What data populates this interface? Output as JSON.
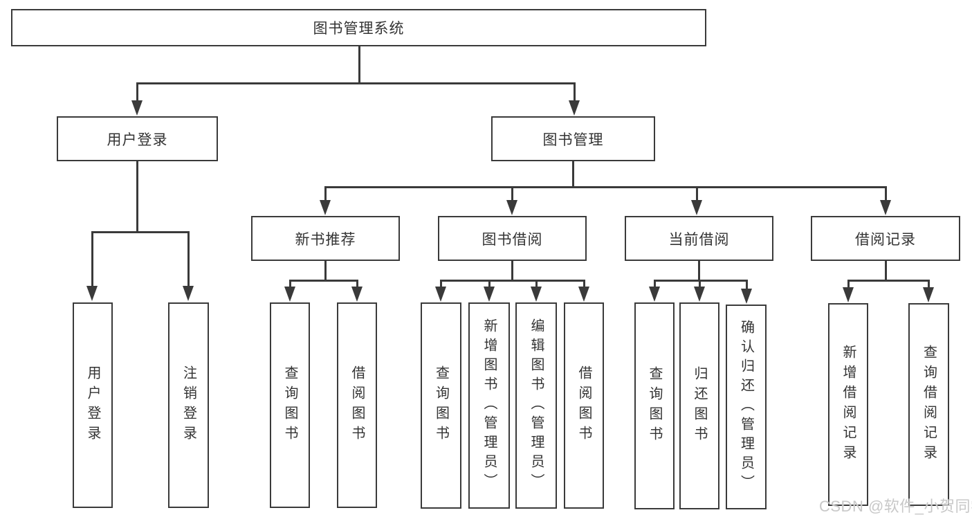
{
  "diagram": {
    "title": "图书管理系统",
    "nodes": {
      "root": {
        "label": "图书管理系统"
      },
      "user_login": {
        "label": "用户登录"
      },
      "book_mgmt": {
        "label": "图书管理"
      },
      "login": {
        "label": "用户登录"
      },
      "logout": {
        "label": "注销登录"
      },
      "new_book_rec": {
        "label": "新书推荐"
      },
      "book_borrow": {
        "label": "图书借阅"
      },
      "current_borrow": {
        "label": "当前借阅"
      },
      "borrow_records": {
        "label": "借阅记录"
      },
      "nbr_query_books": {
        "label": "查询图书"
      },
      "nbr_borrow_books": {
        "label": "借阅图书"
      },
      "bb_query_books": {
        "label": "查询图书"
      },
      "bb_add_books": {
        "label": "新增图书（管理员）"
      },
      "bb_edit_books": {
        "label": "编辑图书（管理员）"
      },
      "bb_borrow_books": {
        "label": "借阅图书"
      },
      "cb_query_books": {
        "label": "查询图书"
      },
      "cb_return_books": {
        "label": "归还图书"
      },
      "cb_confirm_return": {
        "label": "确认归还（管理员）"
      },
      "br_add_record": {
        "label": "新增借阅记录"
      },
      "br_query_record": {
        "label": "查询借阅记录"
      }
    },
    "edges": [
      {
        "from": "root",
        "to": [
          "user_login",
          "book_mgmt"
        ]
      },
      {
        "from": "user_login",
        "to": [
          "login",
          "logout"
        ]
      },
      {
        "from": "book_mgmt",
        "to": [
          "new_book_rec",
          "book_borrow",
          "current_borrow",
          "borrow_records"
        ]
      },
      {
        "from": "new_book_rec",
        "to": [
          "nbr_query_books",
          "nbr_borrow_books"
        ]
      },
      {
        "from": "book_borrow",
        "to": [
          "bb_query_books",
          "bb_add_books",
          "bb_edit_books",
          "bb_borrow_books"
        ]
      },
      {
        "from": "current_borrow",
        "to": [
          "cb_query_books",
          "cb_return_books",
          "cb_confirm_return"
        ]
      },
      {
        "from": "borrow_records",
        "to": [
          "br_add_record",
          "br_query_record"
        ]
      }
    ],
    "colors": {
      "line": "#3a3a3a",
      "text": "#333333",
      "background": "#ffffff",
      "watermark": "#c8c8c8"
    },
    "watermark": "CSDN @软件_小贺同学"
  }
}
